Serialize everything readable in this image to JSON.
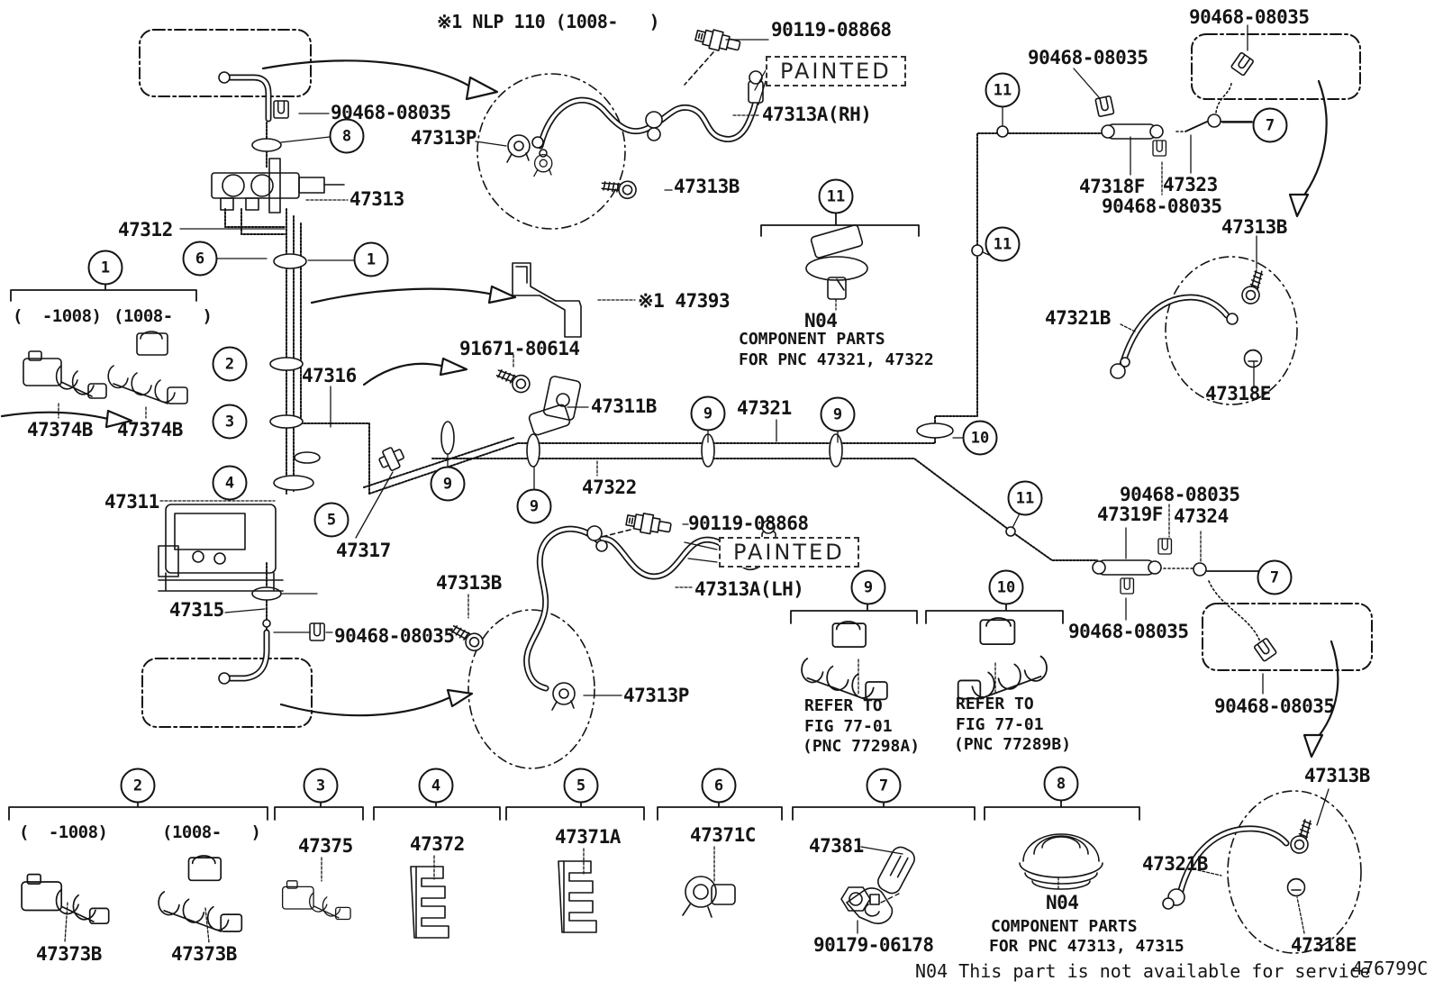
{
  "diagram": {
    "ref_note": "※1 NLP 110 (1008-   )",
    "painted": "PAINTED",
    "footer_note": "N04 This part is not available for service",
    "figure_code": "476799C",
    "line_color": "#141414"
  },
  "parts": {
    "p90119": "90119-08868",
    "p90468": "90468-08035",
    "p47313A_RH": "47313A(RH)",
    "p47313A_LH": "47313A(LH)",
    "p47313P": "47313P",
    "p47313B": "47313B",
    "p47313": "47313",
    "p47312": "47312",
    "p47374B": "47374B",
    "p47316": "47316",
    "p47393": "※1 47393",
    "p91671": "91671-80614",
    "p47311B": "47311B",
    "p47311": "47311",
    "p47317": "47317",
    "p47321": "47321",
    "p47322": "47322",
    "p47315": "47315",
    "p47318F": "47318F",
    "p47323": "47323",
    "p47321B": "47321B",
    "p47318E": "47318E",
    "p47319F": "47319F",
    "p47324": "47324",
    "p47373B": "47373B",
    "p47375": "47375",
    "p47372": "47372",
    "p47371A": "47371A",
    "p47371C": "47371C",
    "p47381": "47381",
    "p90179": "90179-06178"
  },
  "ranges": {
    "pre": "(  -1008)",
    "post": "(1008-   )"
  },
  "n04": {
    "code": "N04",
    "component_parts": "COMPONENT PARTS",
    "for_47321_47322": "FOR PNC 47321, 47322",
    "for_47313_47315": "FOR PNC 47313, 47315"
  },
  "refer": {
    "line1": "REFER TO",
    "line2": "FIG 77-01",
    "pnc_a": "(PNC 77298A)",
    "pnc_b": "(PNC 77289B)"
  },
  "callouts": {
    "1": "1",
    "2": "2",
    "3": "3",
    "4": "4",
    "5": "5",
    "6": "6",
    "7": "7",
    "8": "8",
    "9": "9",
    "10": "10",
    "11": "11"
  }
}
